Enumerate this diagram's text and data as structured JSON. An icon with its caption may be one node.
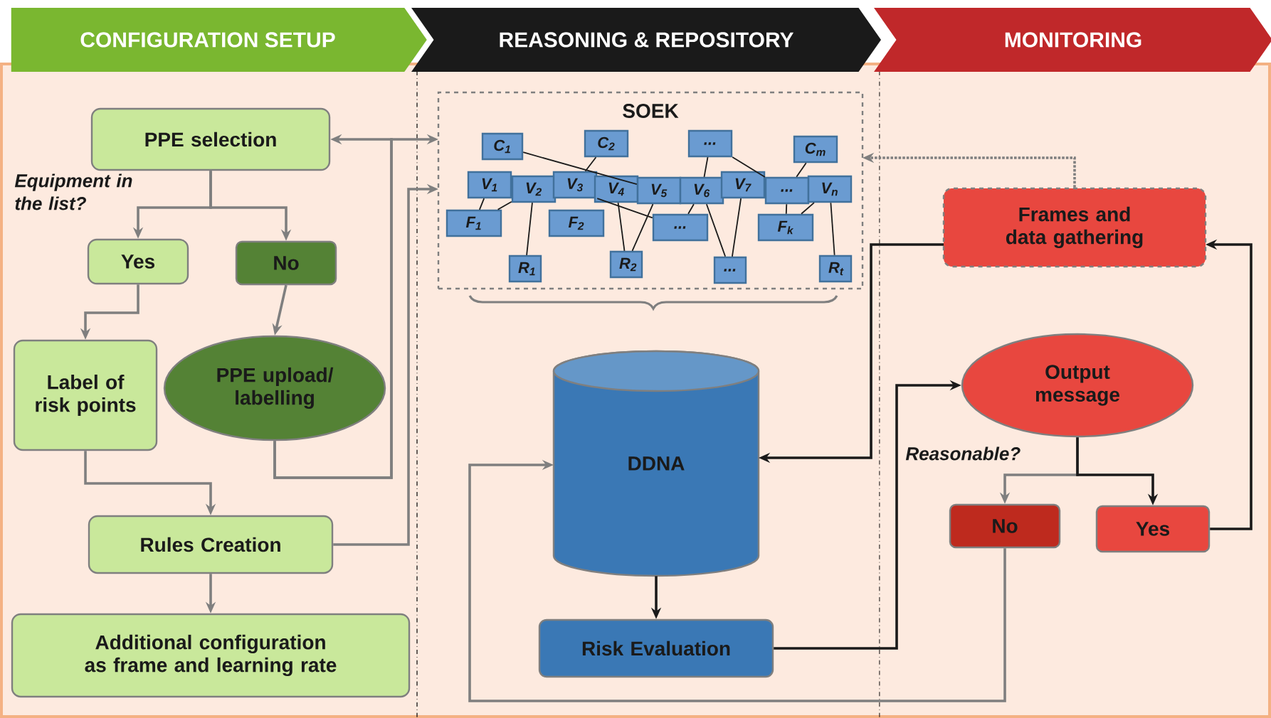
{
  "diagram": {
    "nodes": [
      {
        "text": [
          "CONFIGURATION SETUP"
        ]
      },
      {
        "text": [
          "REASONING & REPOSITORY"
        ]
      },
      {
        "text": [
          "MONITORING"
        ]
      },
      {
        "text": [
          "PPE selection"
        ]
      },
      {
        "text": [
          "Yes"
        ]
      },
      {
        "text": [
          "No"
        ]
      },
      {
        "text": [
          "Label of risk points"
        ]
      },
      {
        "text": [
          "PPE upload/ labelling"
        ]
      },
      {
        "text": [
          "Rules Creation"
        ]
      },
      {
        "text": [
          "Additional configuration as frame and learning rate"
        ]
      },
      {
        "text": [
          "SOEK"
        ]
      },
      {
        "text": [
          "*C$_{1}$*"
        ],
        "in": 10
      },
      {
        "text": [
          "*C$_{2}$*"
        ],
        "in": 10
      },
      {
        "text": [
          "*...*"
        ],
        "in": 10
      },
      {
        "text": [
          "*C$_{m}$*"
        ],
        "in": 10
      },
      {
        "text": [
          "*V$_{1}$*"
        ],
        "in": 10
      },
      {
        "text": [
          "*V$_{2}$*"
        ],
        "in": 10
      },
      {
        "text": [
          "*V$_{3}$*"
        ],
        "in": 10
      },
      {
        "text": [
          "*V$_{4}$*"
        ],
        "in": 10
      },
      {
        "text": [
          "*V$_{5}$*"
        ],
        "in": 10
      },
      {
        "text": [
          "*V$_{6}$*"
        ],
        "in": 10
      },
      {
        "text": [
          "*V$_{7}$*"
        ],
        "in": 10
      },
      {
        "text": [
          "*...*"
        ],
        "in": 10
      },
      {
        "text": [
          "*V$_{n}$*"
        ],
        "in": 10
      },
      {
        "text": [
          "*F$_{1}$*"
        ],
        "in": 10
      },
      {
        "text": [
          "*F$_{2}$*"
        ],
        "in": 10
      },
      {
        "text": [
          "*...*"
        ],
        "in": 10
      },
      {
        "text": [
          "*F$_{k}$*"
        ],
        "in": 10
      },
      {
        "text": [
          "*R$_{1}$*"
        ],
        "in": 10
      },
      {
        "text": [
          "*R$_{2}$*"
        ],
        "in": 10
      },
      {
        "text": [
          "*...*"
        ],
        "in": 10
      },
      {
        "text": [
          "*R$_{t}$*"
        ],
        "in": 10
      },
      {
        "text": [
          "DDNA"
        ]
      },
      {
        "text": [
          "Risk Evaluation"
        ]
      },
      {
        "text": [
          "Frames and data gathering"
        ]
      },
      {
        "text": [
          "Output message"
        ]
      },
      {
        "text": [
          "No"
        ]
      },
      {
        "text": [
          "Yes"
        ]
      }
    ],
    "edges": [
      {
        "from": 3,
        "to": 4,
        "arrow": "to",
        "color": "#7f7f7f"
      },
      {
        "from": 3,
        "to": 5,
        "arrow": "to",
        "color": "#7f7f7f"
      },
      {
        "from": 4,
        "to": 6,
        "arrow": "to",
        "color": "#7f7f7f"
      },
      {
        "from": 5,
        "to": 7,
        "arrow": "to",
        "color": "#7f7f7f"
      },
      {
        "from": 6,
        "to": 8,
        "arrow": "to",
        "color": "#7f7f7f"
      },
      {
        "from": 7,
        "to": 3,
        "arrow": "to",
        "color": "#7f7f7f"
      },
      {
        "from": 7,
        "to": 10,
        "arrow": "to",
        "color": "#7f7f7f"
      },
      {
        "from": 8,
        "to": 10,
        "arrow": "to",
        "color": "#7f7f7f"
      },
      {
        "from": 8,
        "to": 9,
        "arrow": "to",
        "color": "#7f7f7f"
      },
      {
        "from": 34,
        "to": 10,
        "arrow": "to",
        "style": "dashed",
        "color": "#7f7f7f"
      },
      {
        "from": 34,
        "to": 32,
        "arrow": "to"
      },
      {
        "from": 32,
        "to": 33,
        "arrow": "to"
      },
      {
        "from": 33,
        "to": 35,
        "arrow": "to"
      },
      {
        "from": 35,
        "to": 36,
        "arrow": "to",
        "color": "#7f7f7f"
      },
      {
        "from": 35,
        "to": 37,
        "arrow": "to"
      },
      {
        "from": 37,
        "to": 34,
        "arrow": "to"
      },
      {
        "from": 36,
        "to": 32,
        "arrow": "to",
        "color": "#7f7f7f"
      },
      {
        "from": 11,
        "to": 19,
        "arrow": "none"
      },
      {
        "from": 12,
        "to": 17,
        "arrow": "none"
      },
      {
        "from": 13,
        "to": 20,
        "arrow": "none"
      },
      {
        "from": 13,
        "to": 22,
        "arrow": "none"
      },
      {
        "from": 14,
        "to": 22,
        "arrow": "none"
      },
      {
        "from": 15,
        "to": 24,
        "arrow": "none"
      },
      {
        "from": 16,
        "to": 24,
        "arrow": "none"
      },
      {
        "from": 16,
        "to": 28,
        "arrow": "none"
      },
      {
        "from": 17,
        "to": 26,
        "arrow": "none"
      },
      {
        "from": 20,
        "to": 26,
        "arrow": "none"
      },
      {
        "from": 18,
        "to": 29,
        "arrow": "none"
      },
      {
        "from": 19,
        "to": 29,
        "arrow": "none"
      },
      {
        "from": 20,
        "to": 30,
        "arrow": "none"
      },
      {
        "from": 21,
        "to": 30,
        "arrow": "none"
      },
      {
        "from": 22,
        "to": 27,
        "arrow": "none"
      },
      {
        "from": 23,
        "to": 27,
        "arrow": "none"
      },
      {
        "from": 23,
        "to": 31,
        "arrow": "none"
      }
    ],
    "labels": [
      "Equipment in the list?",
      "Reasonable?"
    ]
  }
}
